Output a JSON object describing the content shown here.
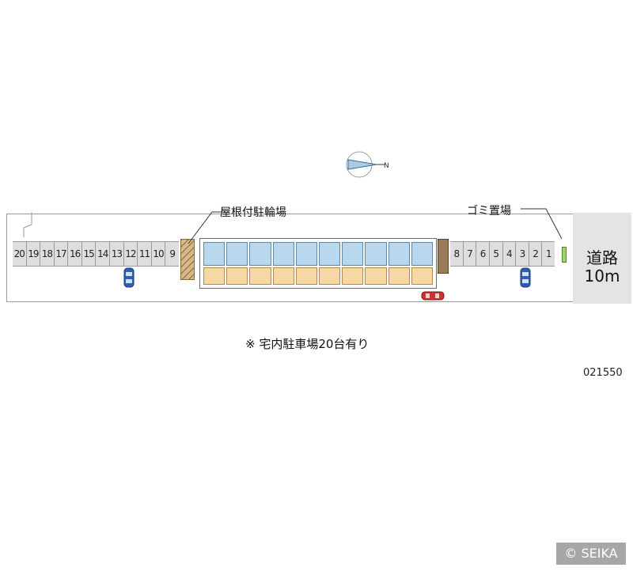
{
  "compass": {
    "label": "N"
  },
  "road": {
    "label_line1": "道路",
    "label_line2": "10m"
  },
  "labels": {
    "bike_parking": "屋根付駐輪場",
    "garbage": "ゴミ置場"
  },
  "parking_left": [
    "20",
    "19",
    "18",
    "17",
    "16",
    "15",
    "14",
    "13",
    "12",
    "11",
    "10",
    "9"
  ],
  "parking_right": [
    "8",
    "7",
    "6",
    "5",
    "4",
    "3",
    "2",
    "1"
  ],
  "note": "※ 宅内駐車場20台有り",
  "code": "021550",
  "watermark": "© SEIKA",
  "colors": {
    "unit_top": "#b9d8ee",
    "unit_bottom": "#f7d7a3",
    "road": "#e4e4e4",
    "car_blue": "#2f5fb0",
    "car_red": "#d03030"
  }
}
